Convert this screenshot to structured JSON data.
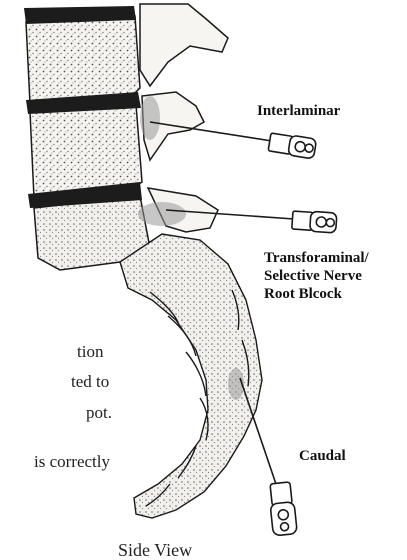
{
  "labels": {
    "interlaminar": "Interlaminar",
    "transforaminal_line1": "Transforaminal/",
    "transforaminal_line2": "Selective Nerve",
    "transforaminal_line3": "Root Blcock",
    "caudal": "Caudal",
    "side_view": "Side View"
  },
  "body_text_fragments": {
    "line1": "tion",
    "line2": "ted to",
    "line3": "pot.",
    "line4": "is correctly"
  },
  "colors": {
    "ink": "#1a1a1a",
    "bone_fill": "#f4f2ee",
    "disc_dark": "#1c1c1c",
    "stipple": "#6a6a6a"
  },
  "icons": [
    "needle-icon",
    "syringe-icon",
    "spine-illustration"
  ]
}
